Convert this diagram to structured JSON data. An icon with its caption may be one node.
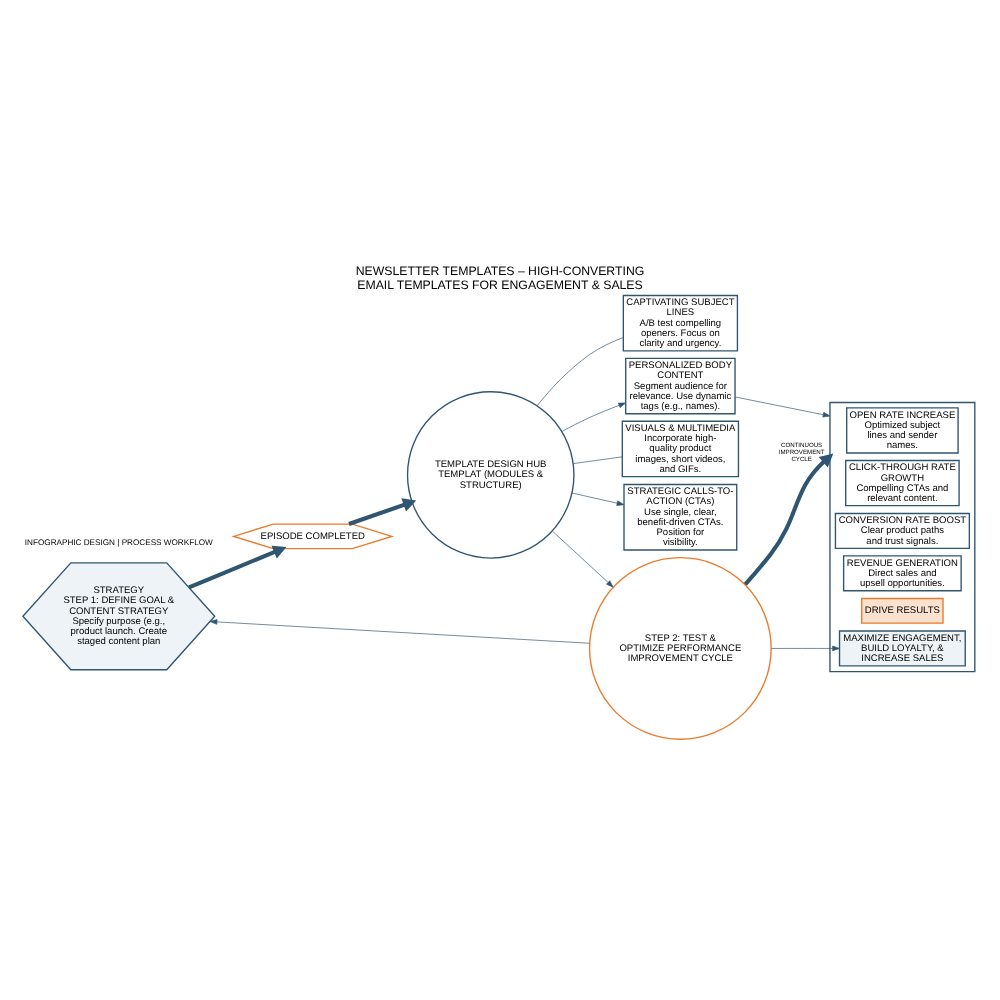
{
  "diagram": {
    "title": "NEWSLETTER TEMPLATES – HIGH-CONVERTING EMAIL TEMPLATES FOR ENGAGEMENT & SALES",
    "nodes": [
      {
        "text": [
          "STRATEGY",
          "STEP 1: DEFINE GOAL & CONTENT STRATEGY",
          "Specify purpose (e.g., product launch. Create staged content plan"
        ]
      },
      {
        "text": [
          "EPISODE COMPLETED"
        ]
      },
      {
        "text": [
          "TEMPLATE DESIGN HUB",
          "TEMPLAT (MODULES & STRUCTURE)"
        ]
      },
      {
        "text": [
          "CAPTIVATING SUBJECT LINES",
          "A/B test compelling openers. Focus on clarity and urgency."
        ]
      },
      {
        "text": [
          "PERSONALIZED BODY CONTENT",
          "Segment audience for relevance. Use dynamic tags (e.g., names)."
        ]
      },
      {
        "text": [
          "VISUALS & MULTIMEDIA",
          "Incorporate high-quality product images, short videos, and GIFs."
        ]
      },
      {
        "text": [
          "STRATEGIC CALLS-TO-ACTION (CTAs)",
          "Use single, clear, benefit-driven CTAs. Position for visibility."
        ]
      },
      {
        "text": [],
        "shape": "box"
      },
      {
        "text": [
          "OPEN RATE INCREASE",
          "Optimized subject lines and sender names."
        ],
        "in": 7
      },
      {
        "text": [
          "CLICK-THROUGH RATE GROWTH",
          "Compelling CTAs and relevant content."
        ],
        "in": 7
      },
      {
        "text": [
          "CONVERSION RATE BOOST",
          "Clear product paths and trust signals."
        ],
        "in": 7
      },
      {
        "text": [
          "REVENUE GENERATION",
          "Direct sales and upsell opportunities."
        ],
        "in": 7
      },
      {
        "text": [
          "DRIVE RESULTS"
        ],
        "in": 7
      },
      {
        "text": [
          "MAXIMIZE ENGAGEMENT, BUILD LOYALTY, & INCREASE SALES"
        ],
        "in": 7
      },
      {
        "text": [
          "STEP 2: TEST & OPTIMIZE PERFORMANCE",
          "IMPROVEMENT CYCLE"
        ]
      }
    ],
    "edges": [
      {
        "from": 0,
        "to": 1,
        "arrow": "to",
        "style": "thick"
      },
      {
        "from": 1,
        "to": 2,
        "arrow": "to",
        "style": "thick"
      },
      {
        "from": 2,
        "to": 3,
        "arrow": "none"
      },
      {
        "from": 2,
        "to": 4,
        "arrow": "to"
      },
      {
        "from": 2,
        "to": 5,
        "arrow": "none"
      },
      {
        "from": 2,
        "to": 6,
        "arrow": "to"
      },
      {
        "from": 4,
        "to": 7,
        "arrow": "to"
      },
      {
        "from": 2,
        "to": 14,
        "arrow": "to"
      },
      {
        "from": 14,
        "to": 0,
        "arrow": "to"
      },
      {
        "from": 14,
        "to": 7,
        "label": "CONTINUOUS IMPROVEMENT CYCLE",
        "arrow": "to",
        "style": "thick"
      },
      {
        "from": 14,
        "to": 13,
        "arrow": "to"
      }
    ],
    "labels": [
      "INFOGRAPHIC DESIGN | PROCESS WORKFLOW"
    ]
  }
}
